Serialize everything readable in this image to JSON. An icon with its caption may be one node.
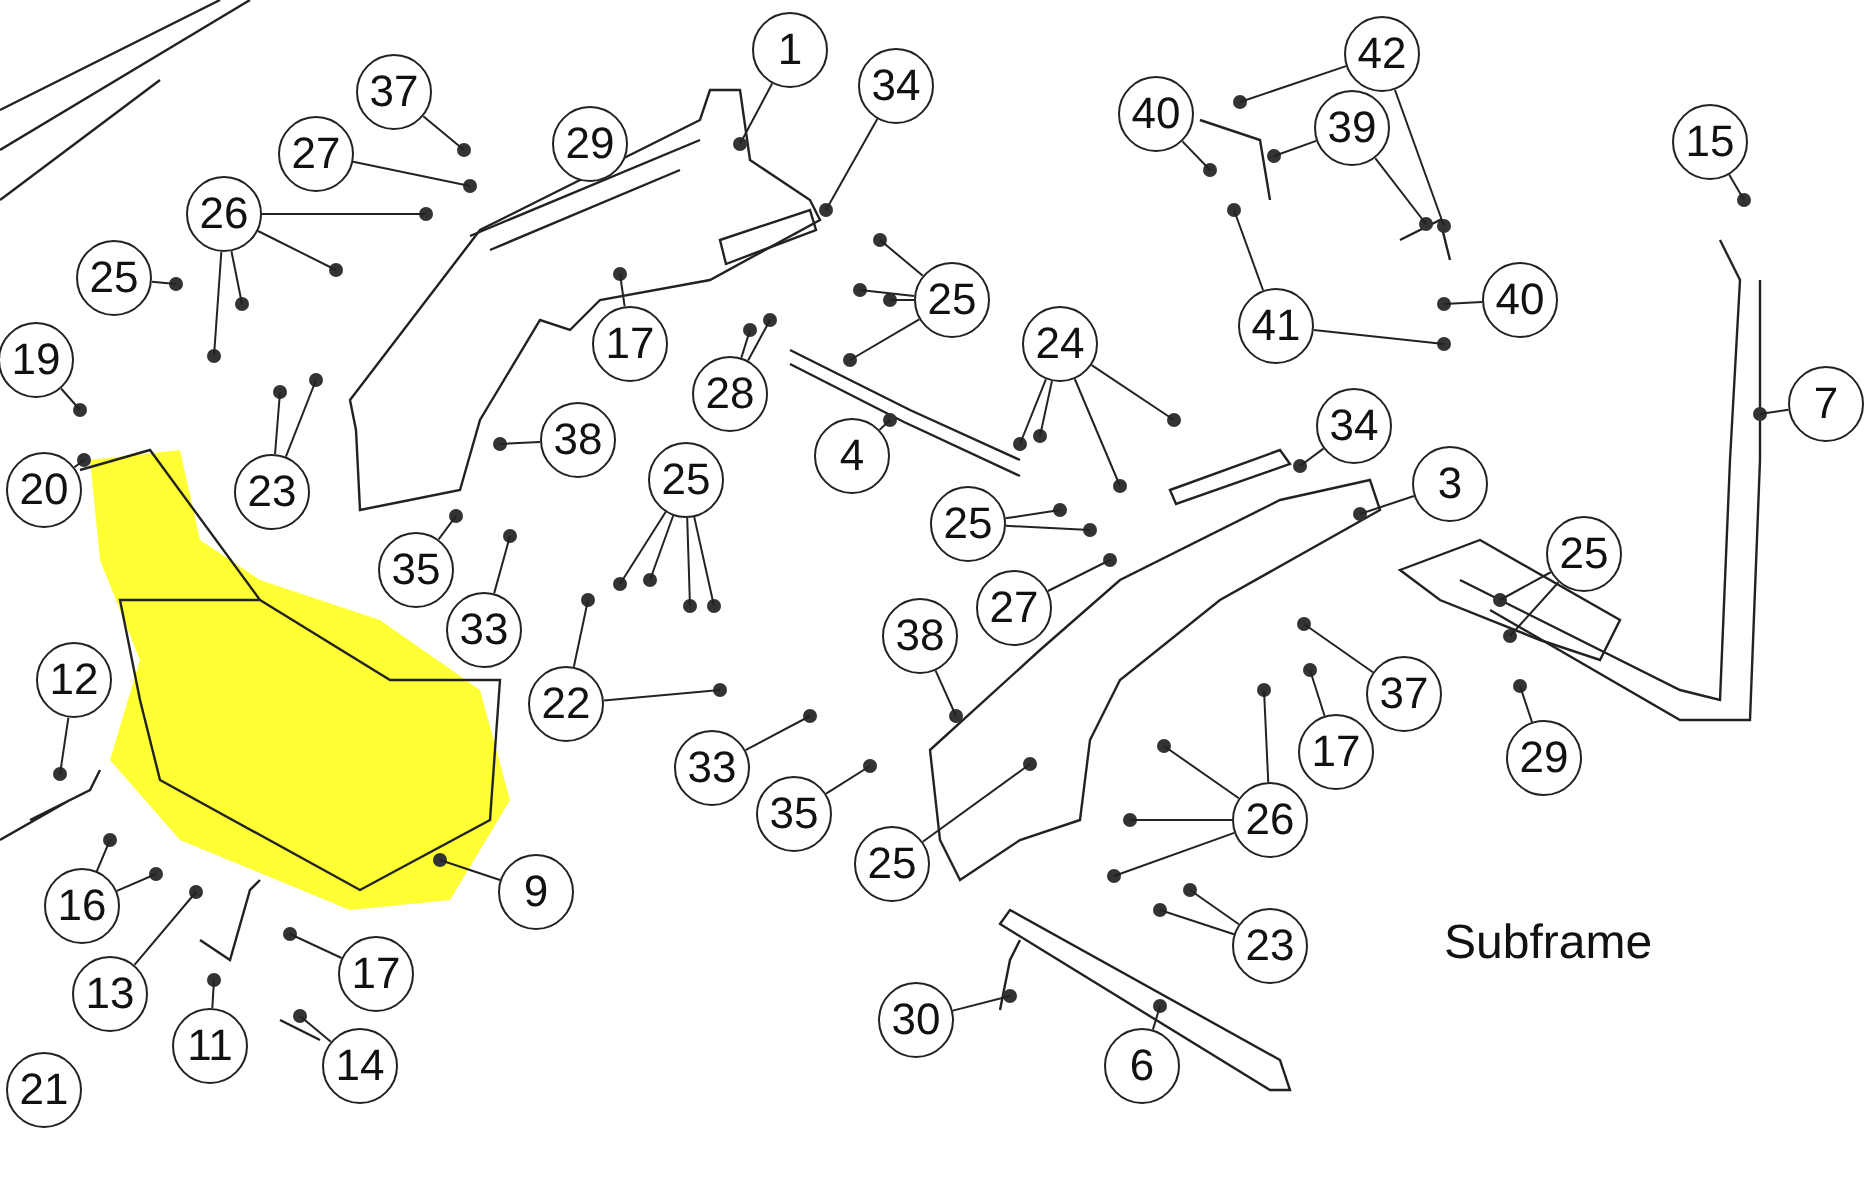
{
  "diagram": {
    "nodes": [
      {
        "text": [
          "1"
        ]
      },
      {
        "text": [
          "42"
        ]
      },
      {
        "text": [
          "34"
        ]
      },
      {
        "text": [
          "37"
        ]
      },
      {
        "text": [
          "40"
        ]
      },
      {
        "text": [
          "39"
        ]
      },
      {
        "text": [
          "15"
        ]
      },
      {
        "text": [
          "29"
        ]
      },
      {
        "text": [
          "27"
        ]
      },
      {
        "text": [
          "26"
        ]
      },
      {
        "text": [
          "25"
        ]
      },
      {
        "text": [
          "25"
        ]
      },
      {
        "text": [
          "40"
        ]
      },
      {
        "text": [
          "41"
        ]
      },
      {
        "text": [
          "17"
        ]
      },
      {
        "text": [
          "24"
        ]
      },
      {
        "text": [
          "19"
        ]
      },
      {
        "text": [
          "28"
        ]
      },
      {
        "text": [
          "7"
        ]
      },
      {
        "text": [
          "34"
        ]
      },
      {
        "text": [
          "38"
        ]
      },
      {
        "text": [
          "4"
        ]
      },
      {
        "text": [
          "20"
        ]
      },
      {
        "text": [
          "3"
        ]
      },
      {
        "text": [
          "23"
        ]
      },
      {
        "text": [
          "25"
        ]
      },
      {
        "text": [
          "25"
        ]
      },
      {
        "text": [
          "25"
        ]
      },
      {
        "text": [
          "35"
        ]
      },
      {
        "text": [
          "27"
        ]
      },
      {
        "text": [
          "33"
        ]
      },
      {
        "text": [
          "38"
        ]
      },
      {
        "text": [
          "12"
        ]
      },
      {
        "text": [
          "37"
        ]
      },
      {
        "text": [
          "22"
        ]
      },
      {
        "text": [
          "17"
        ]
      },
      {
        "text": [
          "29"
        ]
      },
      {
        "text": [
          "33"
        ]
      },
      {
        "text": [
          "35"
        ]
      },
      {
        "text": [
          "26"
        ]
      },
      {
        "text": [
          "25"
        ]
      },
      {
        "text": [
          "9"
        ]
      },
      {
        "text": [
          "16"
        ]
      },
      {
        "text": [
          "23"
        ]
      },
      {
        "text": [
          "17"
        ]
      },
      {
        "text": [
          "13"
        ]
      },
      {
        "text": [
          "30"
        ]
      },
      {
        "text": [
          "11"
        ]
      },
      {
        "text": [
          "14"
        ]
      },
      {
        "text": [
          "6"
        ]
      },
      {
        "text": [
          "21"
        ]
      }
    ],
    "edges": [
      {
        "from": 0,
        "to": null,
        "arrow": "none"
      },
      {
        "from": 1,
        "to": null,
        "arrow": "none"
      },
      {
        "from": 1,
        "to": null,
        "arrow": "none"
      },
      {
        "from": 2,
        "to": null,
        "arrow": "none"
      },
      {
        "from": 3,
        "to": null,
        "arrow": "none"
      },
      {
        "from": 4,
        "to": null,
        "arrow": "none"
      },
      {
        "from": 5,
        "to": null,
        "arrow": "none"
      },
      {
        "from": 5,
        "to": null,
        "arrow": "none"
      },
      {
        "from": 6,
        "to": null,
        "arrow": "none"
      },
      {
        "from": 8,
        "to": null,
        "arrow": "none"
      },
      {
        "from": 9,
        "to": null,
        "arrow": "none"
      },
      {
        "from": 9,
        "to": null,
        "arrow": "none"
      },
      {
        "from": 9,
        "to": null,
        "arrow": "none"
      },
      {
        "from": 9,
        "to": null,
        "arrow": "none"
      },
      {
        "from": 10,
        "to": null,
        "arrow": "none"
      },
      {
        "from": 11,
        "to": null,
        "arrow": "none"
      },
      {
        "from": 11,
        "to": null,
        "arrow": "none"
      },
      {
        "from": 11,
        "to": null,
        "arrow": "none"
      },
      {
        "from": 11,
        "to": null,
        "arrow": "none"
      },
      {
        "from": 12,
        "to": null,
        "arrow": "none"
      },
      {
        "from": 13,
        "to": null,
        "arrow": "none"
      },
      {
        "from": 13,
        "to": null,
        "arrow": "none"
      },
      {
        "from": 14,
        "to": null,
        "arrow": "none"
      },
      {
        "from": 15,
        "to": null,
        "arrow": "none"
      },
      {
        "from": 15,
        "to": null,
        "arrow": "none"
      },
      {
        "from": 15,
        "to": null,
        "arrow": "none"
      },
      {
        "from": 15,
        "to": null,
        "arrow": "none"
      },
      {
        "from": 16,
        "to": null,
        "arrow": "none"
      },
      {
        "from": 17,
        "to": null,
        "arrow": "none"
      },
      {
        "from": 17,
        "to": null,
        "arrow": "none"
      },
      {
        "from": 18,
        "to": null,
        "arrow": "none"
      },
      {
        "from": 19,
        "to": null,
        "arrow": "none"
      },
      {
        "from": 20,
        "to": null,
        "arrow": "none"
      },
      {
        "from": 21,
        "to": null,
        "arrow": "none"
      },
      {
        "from": 22,
        "to": null,
        "arrow": "none"
      },
      {
        "from": 23,
        "to": null,
        "arrow": "none"
      },
      {
        "from": 24,
        "to": null,
        "arrow": "none"
      },
      {
        "from": 24,
        "to": null,
        "arrow": "none"
      },
      {
        "from": 25,
        "to": null,
        "arrow": "none"
      },
      {
        "from": 25,
        "to": null,
        "arrow": "none"
      },
      {
        "from": 25,
        "to": null,
        "arrow": "none"
      },
      {
        "from": 25,
        "to": null,
        "arrow": "none"
      },
      {
        "from": 26,
        "to": null,
        "arrow": "none"
      },
      {
        "from": 26,
        "to": null,
        "arrow": "none"
      },
      {
        "from": 27,
        "to": null,
        "arrow": "none"
      },
      {
        "from": 27,
        "to": null,
        "arrow": "none"
      },
      {
        "from": 28,
        "to": null,
        "arrow": "none"
      },
      {
        "from": 29,
        "to": null,
        "arrow": "none"
      },
      {
        "from": 30,
        "to": null,
        "arrow": "none"
      },
      {
        "from": 31,
        "to": null,
        "arrow": "none"
      },
      {
        "from": 32,
        "to": null,
        "arrow": "none"
      },
      {
        "from": 33,
        "to": null,
        "arrow": "none"
      },
      {
        "from": 34,
        "to": null,
        "arrow": "none"
      },
      {
        "from": 34,
        "to": null,
        "arrow": "none"
      },
      {
        "from": 35,
        "to": null,
        "arrow": "none"
      },
      {
        "from": 36,
        "to": null,
        "arrow": "none"
      },
      {
        "from": 37,
        "to": null,
        "arrow": "none"
      },
      {
        "from": 38,
        "to": null,
        "arrow": "none"
      },
      {
        "from": 39,
        "to": null,
        "arrow": "none"
      },
      {
        "from": 39,
        "to": null,
        "arrow": "none"
      },
      {
        "from": 39,
        "to": null,
        "arrow": "none"
      },
      {
        "from": 39,
        "to": null,
        "arrow": "none"
      },
      {
        "from": 40,
        "to": null,
        "arrow": "none"
      },
      {
        "from": 41,
        "to": null,
        "arrow": "none"
      },
      {
        "from": 42,
        "to": null,
        "arrow": "none"
      },
      {
        "from": 42,
        "to": null,
        "arrow": "none"
      },
      {
        "from": 43,
        "to": null,
        "arrow": "none"
      },
      {
        "from": 43,
        "to": null,
        "arrow": "none"
      },
      {
        "from": 44,
        "to": null,
        "arrow": "none"
      },
      {
        "from": 45,
        "to": null,
        "arrow": "none"
      },
      {
        "from": 46,
        "to": null,
        "arrow": "none"
      },
      {
        "from": 47,
        "to": null,
        "arrow": "none"
      },
      {
        "from": 48,
        "to": null,
        "arrow": "none"
      },
      {
        "from": 49,
        "to": null,
        "arrow": "none"
      }
    ],
    "labels": [
      "Subframe"
    ]
  }
}
